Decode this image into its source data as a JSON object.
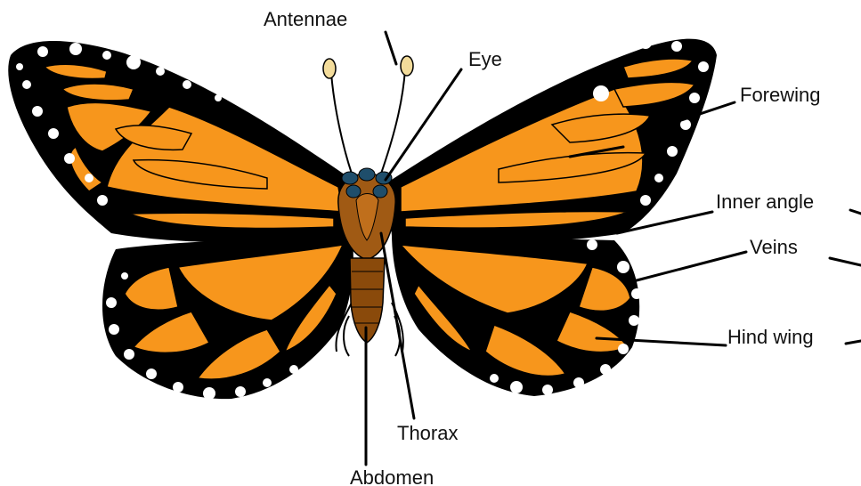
{
  "labels": {
    "antennae": "Antennae",
    "eye": "Eye",
    "forewing": "Forewing",
    "inner_angle": "Inner angle",
    "veins": "Veins",
    "hind_wing": "Hind wing",
    "thorax": "Thorax",
    "abdomen": "Abdomen"
  },
  "colors": {
    "wing_orange": "#f7961c",
    "wing_border": "#000000",
    "body_brown": "#8a4a0b",
    "thorax_brown": "#a05a14",
    "eye_blue": "#1f4e6b",
    "antenna_tip": "#f3dc9b",
    "spots": "#ffffff"
  }
}
